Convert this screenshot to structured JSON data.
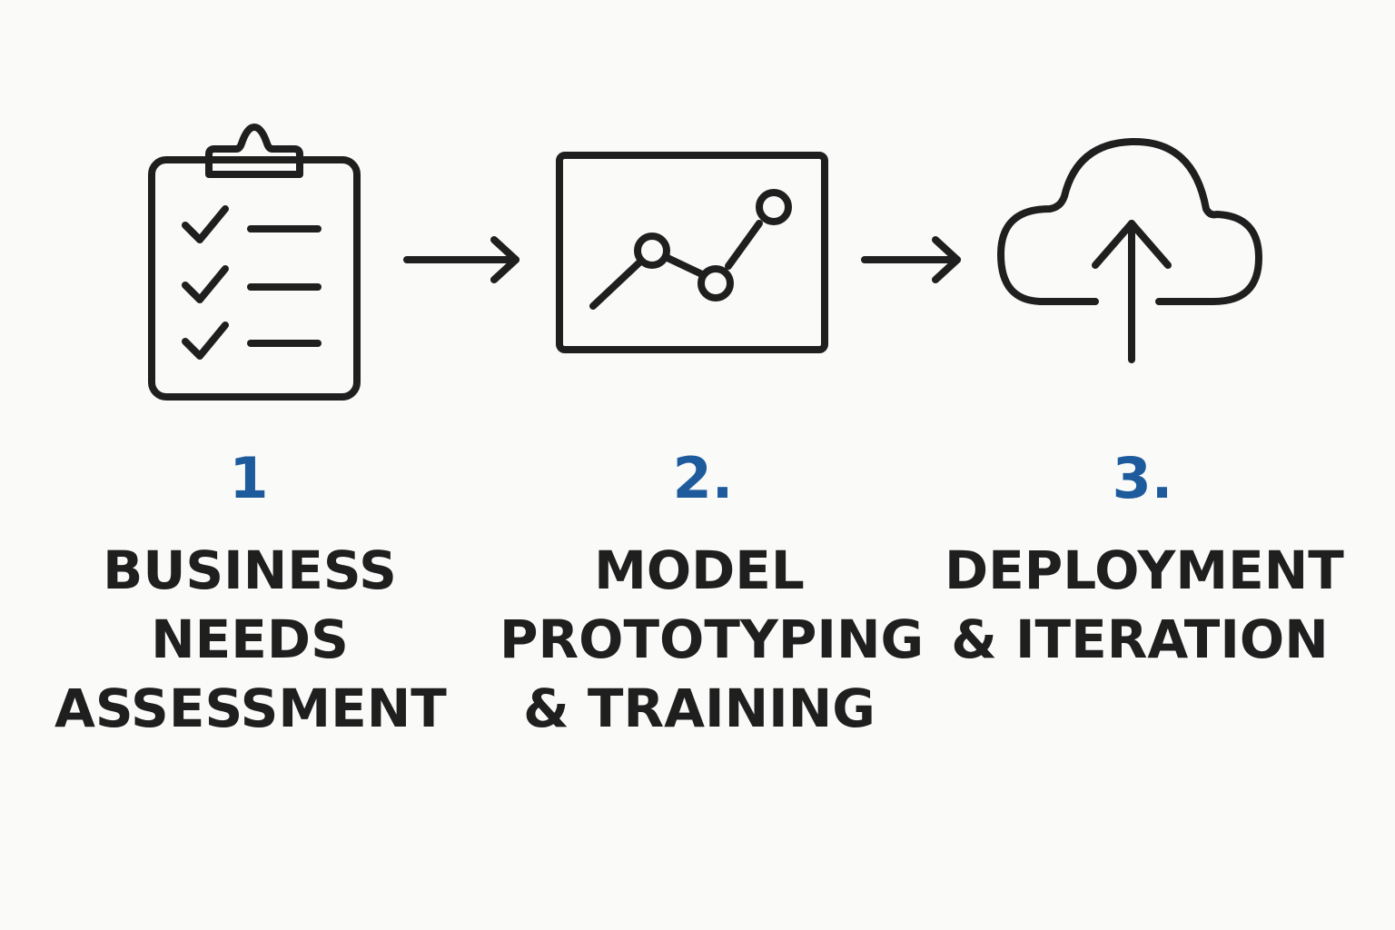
{
  "colors": {
    "background": "#fafaf8",
    "ink": "#1f1f1f",
    "accent": "#1d5b9c"
  },
  "steps": [
    {
      "number": "1",
      "icon": "clipboard-checklist-icon",
      "label_lines": [
        "BUSINESS",
        "NEEDS",
        "ASSESSMENT"
      ]
    },
    {
      "number": "2.",
      "icon": "line-chart-icon",
      "label_lines": [
        "MODEL",
        "PROTOTYPING",
        "& TRAINING"
      ]
    },
    {
      "number": "3.",
      "icon": "cloud-upload-icon",
      "label_lines": [
        "DEPLOYMENT",
        "& ITERATION"
      ]
    }
  ],
  "connectors": [
    {
      "icon": "arrow-right-icon"
    },
    {
      "icon": "arrow-right-icon"
    }
  ]
}
